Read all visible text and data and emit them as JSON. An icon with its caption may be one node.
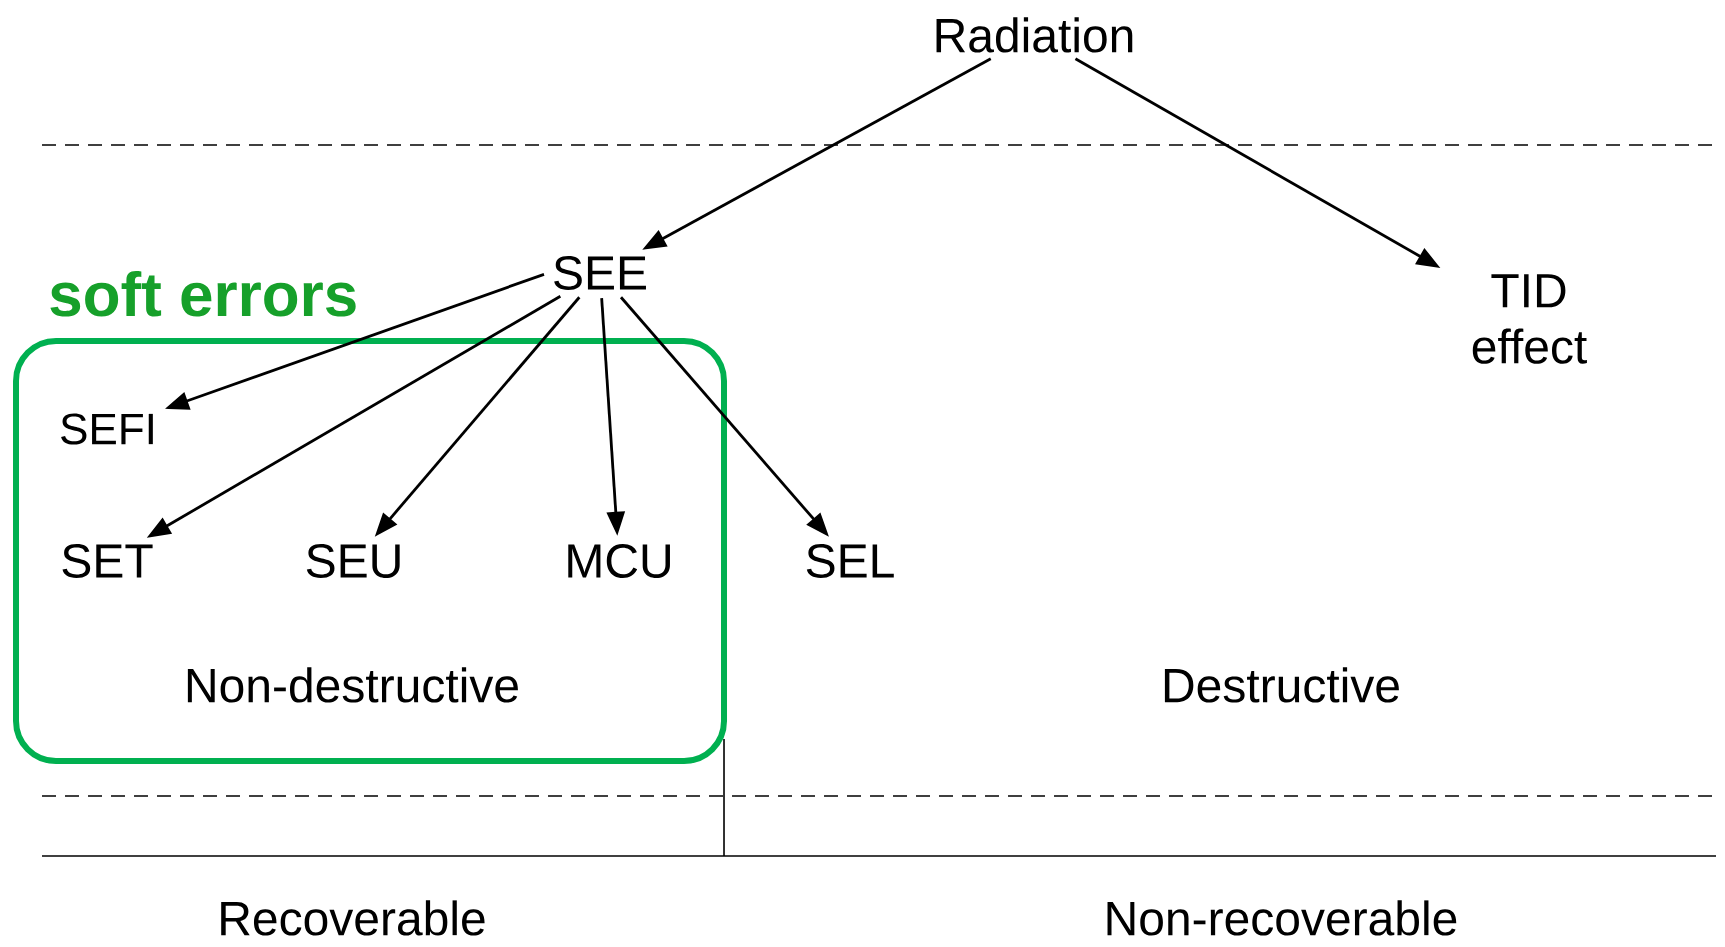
{
  "diagram": {
    "nodes": [
      {
        "text": [
          "Radiation"
        ]
      },
      {
        "text": [
          "SEE"
        ]
      },
      {
        "text": [
          "TID effect"
        ]
      },
      {
        "text": [
          "soft errors",
          "Non-destructive"
        ]
      },
      {
        "text": [
          "SEFI"
        ],
        "in": 3
      },
      {
        "text": [
          "SET"
        ],
        "in": 3
      },
      {
        "text": [
          "SEU"
        ],
        "in": 3
      },
      {
        "text": [
          "MCU"
        ],
        "in": 3
      },
      {
        "text": [
          "SEL"
        ]
      }
    ],
    "edges": [
      {
        "from": 0,
        "to": 1,
        "arrow": "to"
      },
      {
        "from": 0,
        "to": 2,
        "arrow": "to"
      },
      {
        "from": 1,
        "to": 4,
        "arrow": "to"
      },
      {
        "from": 1,
        "to": 5,
        "arrow": "to"
      },
      {
        "from": 1,
        "to": 6,
        "arrow": "to"
      },
      {
        "from": 1,
        "to": 7,
        "arrow": "to"
      },
      {
        "from": 1,
        "to": 8,
        "arrow": "to"
      }
    ],
    "labels": [
      "Destructive",
      "Recoverable",
      "Non-recoverable"
    ]
  }
}
